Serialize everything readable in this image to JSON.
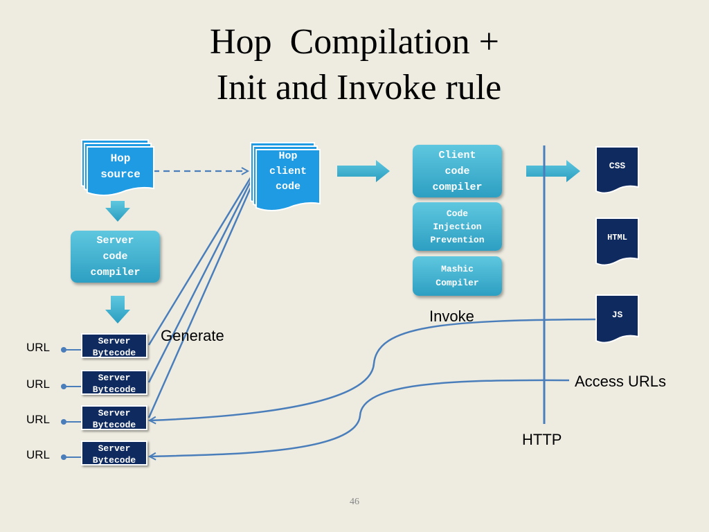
{
  "title": {
    "line1": "Hop  Compilation +",
    "line2": " Init and Invoke rule"
  },
  "hop_source": "Hop\nsource",
  "hop_client_code": "Hop\nclient\ncode",
  "server_code_compiler": "Server\ncode\ncompiler",
  "client_code_compiler": "Client\ncode\ncompiler",
  "code_injection_prevention": "Code\nInjection\nPrevention",
  "mashic_compiler": "Mashic\nCompiler",
  "outputs": {
    "css": "CSS",
    "html": "HTML",
    "js": "JS"
  },
  "bytecodes": [
    {
      "url": "URL",
      "label": "Server\nBytecode"
    },
    {
      "url": "URL",
      "label": "Server\nBytecode"
    },
    {
      "url": "URL",
      "label": "Server\nBytecode"
    },
    {
      "url": "URL",
      "label": "Server\nBytecode"
    }
  ],
  "labels": {
    "generate": "Generate",
    "invoke": "Invoke",
    "access_urls": "Access URLs",
    "http": "HTTP"
  },
  "page_number": "46",
  "colors": {
    "background": "#eeece1",
    "doc_blue": "#1e9be3",
    "box_teal": "#3fb0d2",
    "dark_navy": "#0f2a5e",
    "line_blue": "#4a7ebb",
    "arrow_teal": "#2fa6c9"
  }
}
